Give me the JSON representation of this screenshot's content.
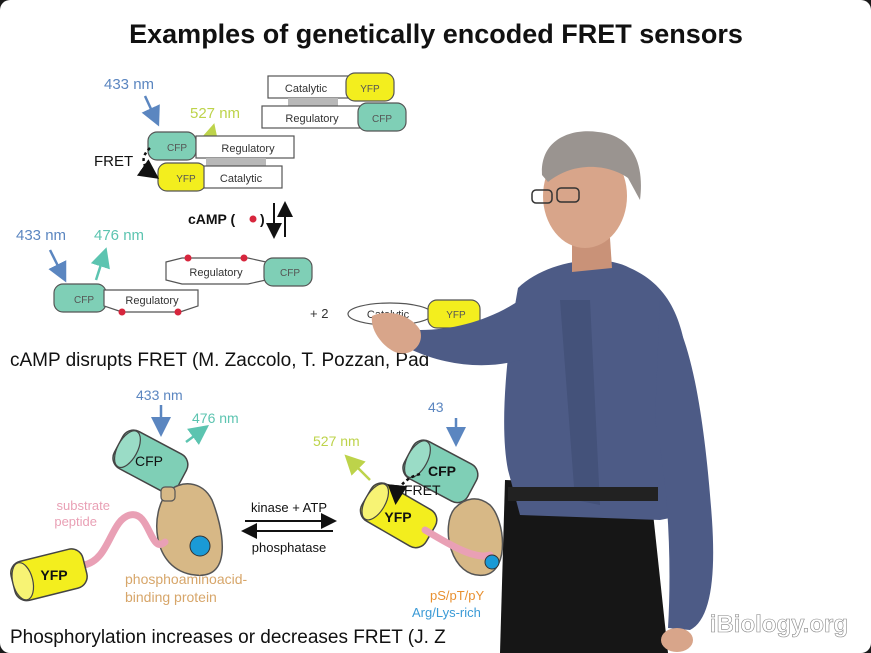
{
  "slide": {
    "title": "Examples of genetically encoded FRET sensors",
    "top_diagram": {
      "wl_433": "433 nm",
      "wl_527": "527 nm",
      "fret": "FRET",
      "catalytic": "Catalytic",
      "regulatory": "Regulatory",
      "cfp": "CFP",
      "yfp": "YFP",
      "camp": "cAMP (",
      "camp_close": ")"
    },
    "mid_diagram": {
      "wl_433": "433 nm",
      "wl_476": "476 nm",
      "regulatory": "Regulatory",
      "cfp": "CFP",
      "plus_two": "+ 2",
      "catalytic": "Catalytic",
      "yfp": "YFP"
    },
    "caption_1": "cAMP disrupts FRET (M. Zaccolo, T. Pozzan, Pad",
    "bottom_diagram": {
      "wl_433_left": "433 nm",
      "wl_476": "476 nm",
      "cfp_left": "CFP",
      "substrate_peptide_1": "substrate",
      "substrate_peptide_2": "peptide",
      "yfp_left": "YFP",
      "pab_1": "phosphoaminoacid-",
      "pab_2": "binding protein",
      "kinase": "kinase + ATP",
      "phosphatase": "phosphatase",
      "wl_527": "527 nm",
      "wl_433_right": "43",
      "cfp_right": "CFP",
      "fret_right": "FRET",
      "yfp_right": "YFP",
      "ps": "pS/pT/pY",
      "arg": "Arg/Lys-rich"
    },
    "caption_2": "Phosphorylation increases or decreases FRET (J. Z",
    "watermark": "iBiology.org"
  },
  "colors": {
    "cfp": "#7fcfb6",
    "yfp": "#f3ee1e",
    "blue_arrow": "#5b86c0",
    "teal_arrow": "#5cc4b0",
    "lime_arrow": "#bdd34a",
    "pink": "#e9a0b5",
    "tan": "#d7b886",
    "shirt": "#4d5b86"
  }
}
